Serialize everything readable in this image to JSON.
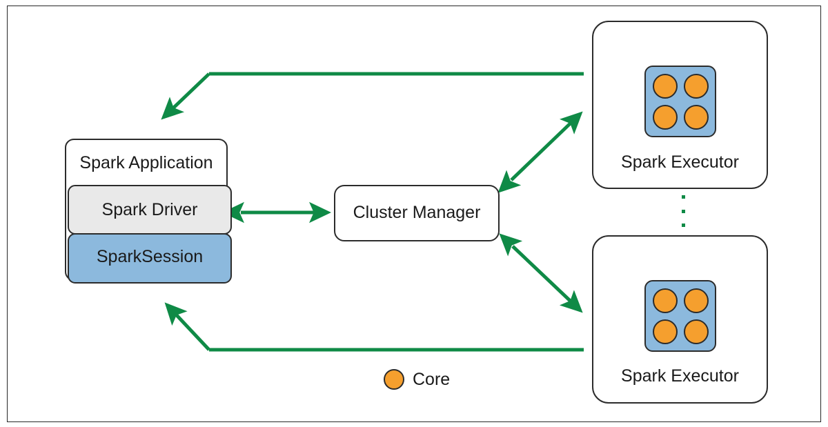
{
  "diagram": {
    "title": "Spark Application cluster architecture",
    "colors": {
      "arrow_green": "#0f8a46",
      "core_orange": "#f59f2e",
      "session_blue": "#8cb9dd",
      "driver_gray": "#e9e9e9",
      "outline_black": "#2b2b2b"
    },
    "application": {
      "outer_label": "Spark Application",
      "driver_label": "Spark Driver",
      "session_label": "SparkSession"
    },
    "cluster_manager": {
      "label": "Cluster Manager"
    },
    "executors": [
      {
        "label": "Spark Executor",
        "cores": [
          "core-1",
          "core-2",
          "core-3",
          "core-4"
        ],
        "core_count": 4
      },
      {
        "label": "Spark Executor",
        "cores": [
          "core-1",
          "core-2",
          "core-3",
          "core-4"
        ],
        "core_count": 4
      }
    ],
    "ellipsis": {
      "dots": 3,
      "meaning": "more executors"
    },
    "legend": {
      "swatch": "core-circle-icon",
      "label": "Core"
    },
    "connections": [
      {
        "name": "driver-to-top-executor",
        "from": "Spark Driver",
        "to": "Spark Executor (top)",
        "direction": "one-way"
      },
      {
        "name": "driver-to-cluster-manager",
        "from": "Spark Driver",
        "to": "Cluster Manager",
        "direction": "two-way"
      },
      {
        "name": "cluster-manager-to-top-executor",
        "from": "Cluster Manager",
        "to": "Spark Executor (top)",
        "direction": "two-way"
      },
      {
        "name": "cluster-manager-to-bottom-executor",
        "from": "Cluster Manager",
        "to": "Spark Executor (bottom)",
        "direction": "two-way"
      },
      {
        "name": "bottom-executor-to-driver",
        "from": "Spark Executor (bottom)",
        "to": "Spark Driver",
        "direction": "one-way"
      }
    ]
  }
}
